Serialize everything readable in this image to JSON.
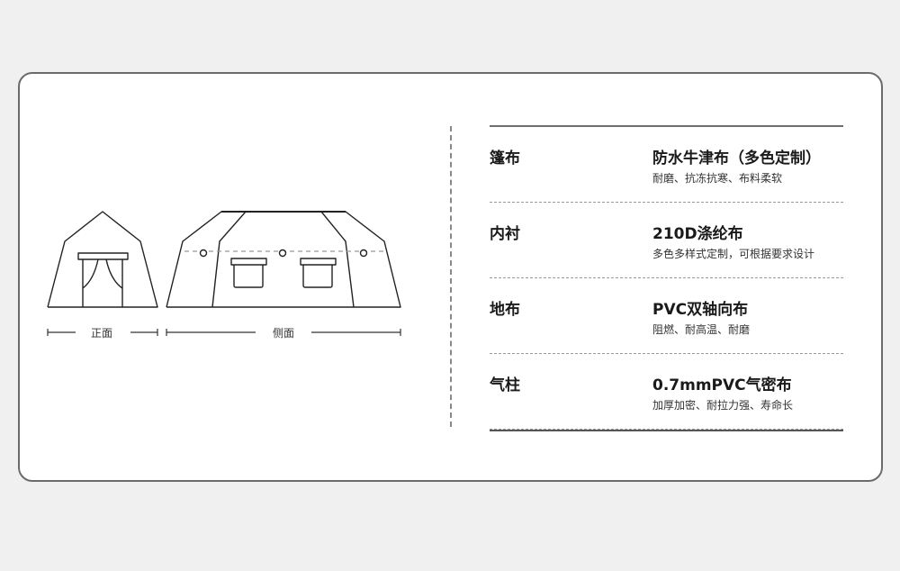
{
  "diagram": {
    "front_label": "正面",
    "side_label": "侧面"
  },
  "specs": {
    "rows": [
      {
        "label": "篷布",
        "value": "防水牛津布（多色定制）",
        "desc": "耐磨、抗冻抗寒、布料柔软"
      },
      {
        "label": "内衬",
        "value": "210D涤纶布",
        "desc": "多色多样式定制，可根据要求设计"
      },
      {
        "label": "地布",
        "value": "PVC双轴向布",
        "desc": "阻燃、耐高温、耐磨"
      },
      {
        "label": "气柱",
        "value": "0.7mmPVC气密布",
        "desc": "加厚加密、耐拉力强、寿命长"
      }
    ]
  },
  "colors": {
    "page_bg": "#f0f0f0",
    "card_bg": "#ffffff",
    "card_border": "#6b6b6b",
    "line": "#222222"
  }
}
